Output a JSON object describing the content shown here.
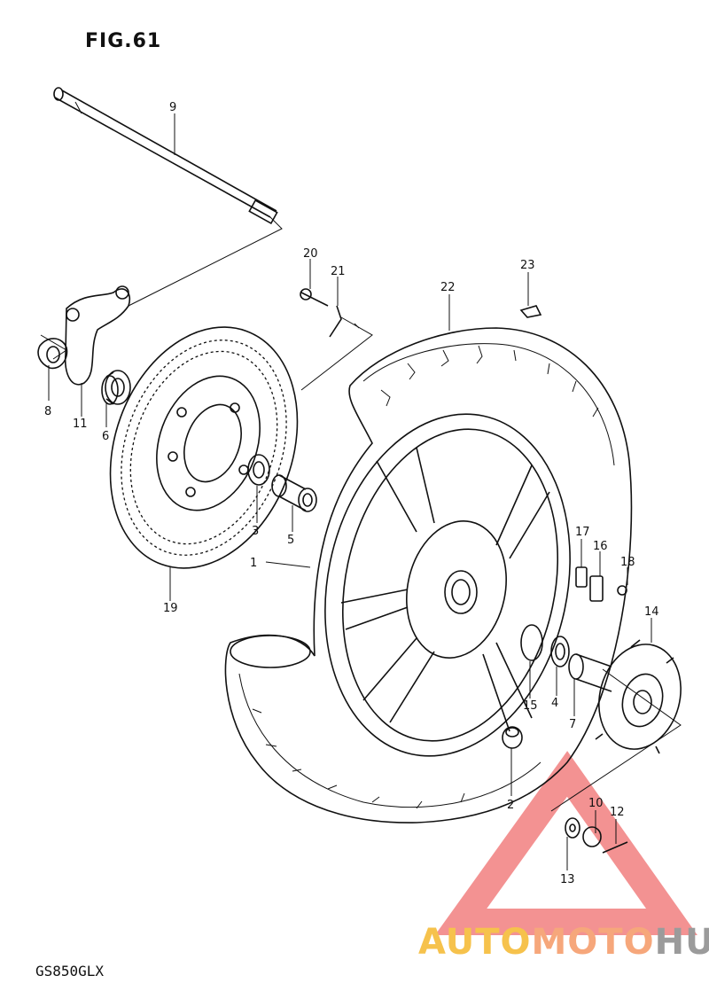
{
  "figure": {
    "title": "FIG.61",
    "model": "GS850GLX"
  },
  "watermark": {
    "part_a": "AUTO",
    "part_b": "MOTO",
    "part_c": "HUB",
    "colors": {
      "auto": "#f6c24c",
      "moto": "#f6a77b",
      "hub": "#9b9b9b",
      "triangle": "#ef6e6e"
    }
  },
  "callouts": [
    {
      "id": "1",
      "label": "1"
    },
    {
      "id": "2",
      "label": "2"
    },
    {
      "id": "3",
      "label": "3"
    },
    {
      "id": "4",
      "label": "4"
    },
    {
      "id": "5",
      "label": "5"
    },
    {
      "id": "6",
      "label": "6"
    },
    {
      "id": "7",
      "label": "7"
    },
    {
      "id": "8",
      "label": "8"
    },
    {
      "id": "9",
      "label": "9"
    },
    {
      "id": "10",
      "label": "10"
    },
    {
      "id": "11",
      "label": "11"
    },
    {
      "id": "12",
      "label": "12"
    },
    {
      "id": "13",
      "label": "13"
    },
    {
      "id": "14",
      "label": "14"
    },
    {
      "id": "15",
      "label": "15"
    },
    {
      "id": "16",
      "label": "16"
    },
    {
      "id": "17",
      "label": "17"
    },
    {
      "id": "18",
      "label": "18"
    },
    {
      "id": "19",
      "label": "19"
    },
    {
      "id": "20",
      "label": "20"
    },
    {
      "id": "21",
      "label": "21"
    },
    {
      "id": "22",
      "label": "22"
    },
    {
      "id": "23",
      "label": "23"
    }
  ]
}
